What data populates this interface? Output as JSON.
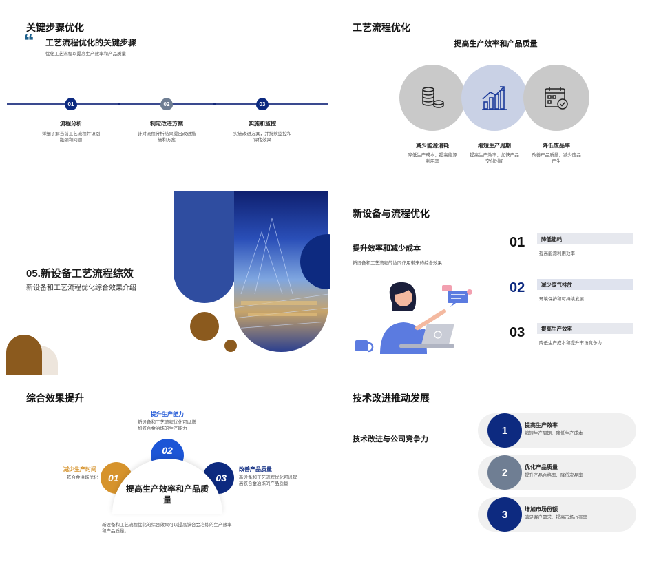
{
  "slide1": {
    "title": "关键步骤优化",
    "subtitle": "工艺流程优化的关键步骤",
    "desc": "优化工艺流程以提高生产效率和产品质量",
    "quote_glyph": "❝",
    "steps": [
      {
        "num": "01",
        "title": "流程分析",
        "desc": "详细了解当前工艺流程并识别瓶颈和问题"
      },
      {
        "num": "02",
        "title": "制定改进方案",
        "desc": "针对流程分析结果提出改进措施和方案"
      },
      {
        "num": "03",
        "title": "实施和监控",
        "desc": "实施改进方案，并持续监控和评估效果"
      }
    ]
  },
  "slide2": {
    "title": "工艺流程优化",
    "subtitle": "提高生产效率和产品质量",
    "items": [
      {
        "title": "减少能源消耗",
        "desc": "降低生产成本，提高能源利用率"
      },
      {
        "title": "缩短生产周期",
        "desc": "提高生产效率，加快产品交付时间"
      },
      {
        "title": "降低废品率",
        "desc": "改善产品质量，减少废品产生"
      }
    ]
  },
  "slide3": {
    "title": "05.新设备工艺流程综效",
    "subtitle": "新设备和工艺流程优化综合效果介绍"
  },
  "slide4": {
    "title": "新设备与流程优化",
    "heading": "提升效率和减少成本",
    "desc": "新设备和工艺流程的协同作用带来的综合效果",
    "items": [
      {
        "num": "01",
        "title": "降低能耗",
        "desc": "提高能源利用效率"
      },
      {
        "num": "02",
        "title": "减少废气排放",
        "desc": "环境保护和可持续发展"
      },
      {
        "num": "03",
        "title": "提高生产效率",
        "desc": "降低生产成本和提升市场竞争力"
      }
    ]
  },
  "slide5": {
    "title": "综合效果提升",
    "center": "提高生产效率和产品质量",
    "footer": "新设备和工艺流程优化的综合效果可以提高铁合金冶炼的生产效率和产品质量。",
    "items": [
      {
        "num": "01",
        "title": "减少生产时间",
        "desc": "铁合金冶炼优化"
      },
      {
        "num": "02",
        "title": "提升生产能力",
        "desc": "新设备和工艺流程优化可以增加铁合金冶炼的生产能力"
      },
      {
        "num": "03",
        "title": "改善产品质量",
        "desc": "新设备和工艺流程优化可以提高铁合金冶炼的产品质量"
      }
    ]
  },
  "slide6": {
    "title": "技术改进推动发展",
    "subtitle": "技术改进与公司竞争力",
    "items": [
      {
        "num": "1",
        "title": "提高生产效率",
        "desc": "缩短生产周期、降低生产成本"
      },
      {
        "num": "2",
        "title": "优化产品质量",
        "desc": "提升产品合格率、降低次品率"
      },
      {
        "num": "3",
        "title": "增加市场份额",
        "desc": "满足客户需求、提高市场占有率"
      }
    ]
  },
  "colors": {
    "navy": "#0d2a80",
    "blue": "#2f4da0",
    "gray": "#6f7e93",
    "brown": "#8b5a1e",
    "gold": "#d6932c",
    "bright_blue": "#1c55d6"
  }
}
